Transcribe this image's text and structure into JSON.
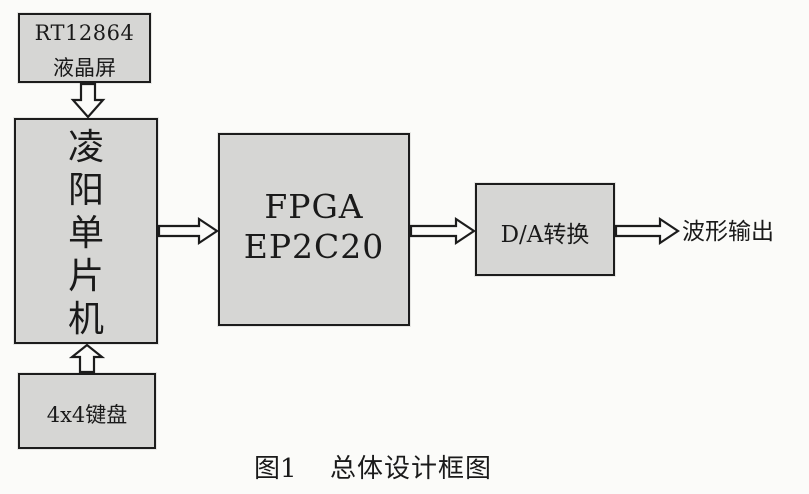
{
  "blocks": {
    "lcd": {
      "line1": "RT12864",
      "line2": "液晶屏"
    },
    "mcu": {
      "chars": [
        "凌",
        "阳",
        "单",
        "片",
        "机"
      ]
    },
    "keypad": {
      "label": "4x4键盘"
    },
    "fpga": {
      "line1": "FPGA",
      "line2": "EP2C20"
    },
    "dac": {
      "label": "D/A转换"
    }
  },
  "output_label": "波形输出",
  "caption": {
    "figure": "图1",
    "title": "总体设计框图"
  },
  "colors": {
    "block_fill": "#d6d6d4",
    "stroke": "#1c1c1c",
    "background": "#fbfbf9"
  }
}
